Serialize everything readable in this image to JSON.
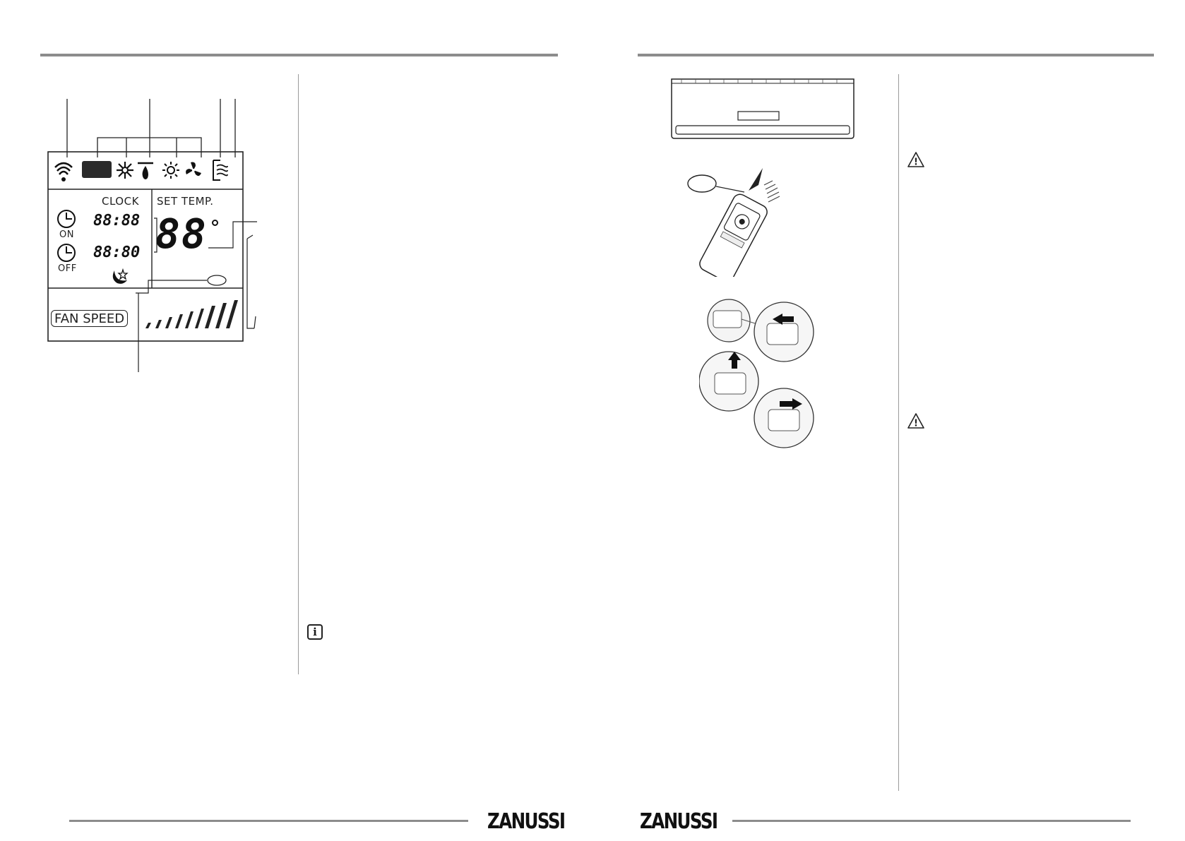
{
  "brand": {
    "left": "ZANUSSI",
    "right": "ZANUSSI"
  },
  "display": {
    "clock_label": "CLOCK",
    "set_temp_label": "SET TEMP.",
    "timer_on_label": "ON",
    "timer_off_label": "OFF",
    "timer_on_value": "88:88",
    "timer_off_value": "88:80",
    "temp_value": "88",
    "fan_speed_label": "FAN SPEED",
    "mode_icons": [
      "signal-icon",
      "mode-box",
      "snowflake-icon",
      "dry-drop-icon",
      "sun-icon",
      "fan-icon",
      "swing-icon"
    ]
  },
  "icons": {
    "info": "i",
    "warning": "!"
  }
}
